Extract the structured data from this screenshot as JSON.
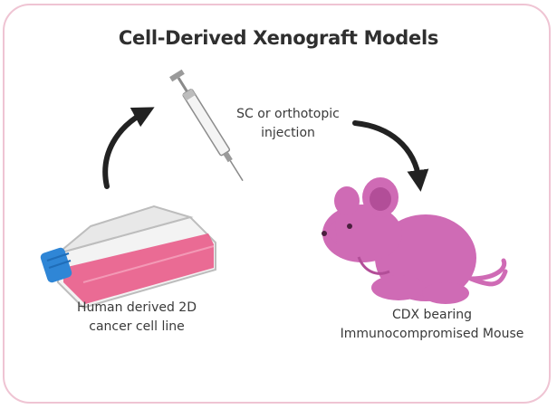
{
  "title": "Cell-Derived Xenograft Models",
  "injection": {
    "line1": "SC or orthotopic",
    "line2": "injection"
  },
  "cell_line": {
    "line1": "Human derived 2D",
    "line2": "cancer cell line"
  },
  "mouse": {
    "line1": "CDX bearing",
    "line2": "Immunocompromised Mouse"
  },
  "colors": {
    "border": "#efc4d3",
    "flask_liquid": "#e95c8a",
    "cap": "#2f86d6",
    "mouse": "#cf6bb5",
    "arrow": "#222222"
  }
}
